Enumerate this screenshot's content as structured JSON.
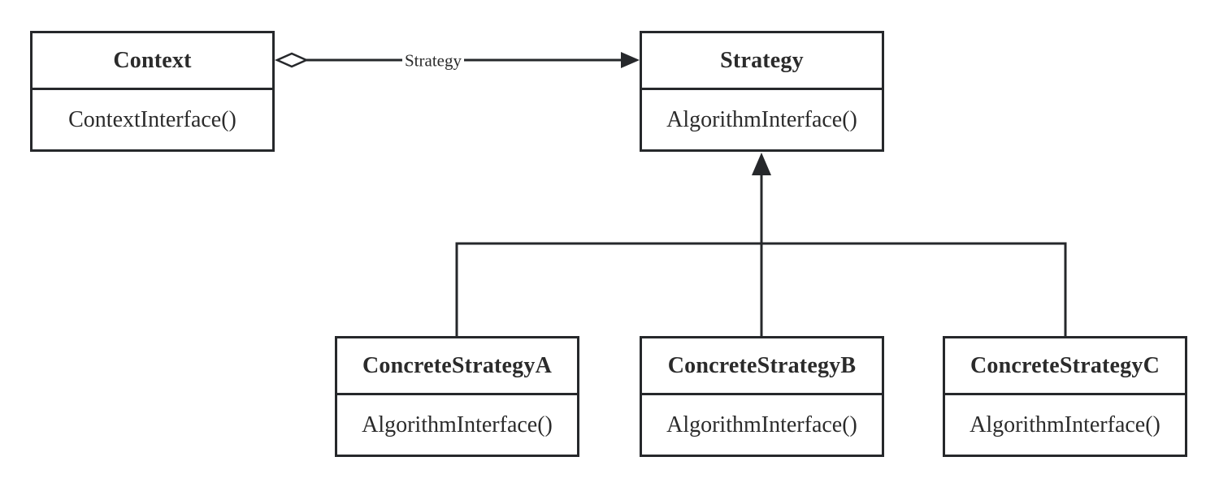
{
  "colors": {
    "stroke": "#26282b",
    "text": "#2b2b2b",
    "background": "#ffffff"
  },
  "classes": [
    {
      "id": "context",
      "name": "Context",
      "methods": [
        "ContextInterface()"
      ]
    },
    {
      "id": "strategy",
      "name": "Strategy",
      "methods": [
        "AlgorithmInterface()"
      ]
    },
    {
      "id": "concrete-strategy-a",
      "name": "ConcreteStrategyA",
      "methods": [
        "AlgorithmInterface()"
      ]
    },
    {
      "id": "concrete-strategy-b",
      "name": "ConcreteStrategyB",
      "methods": [
        "AlgorithmInterface()"
      ]
    },
    {
      "id": "concrete-strategy-c",
      "name": "ConcreteStrategyC",
      "methods": [
        "AlgorithmInterface()"
      ]
    }
  ],
  "relationships": {
    "aggregation": {
      "type": "aggregation",
      "from": "Context",
      "to": "Strategy",
      "label": "Strategy"
    },
    "inheritance": [
      {
        "type": "generalization",
        "from": "ConcreteStrategyA",
        "to": "Strategy"
      },
      {
        "type": "generalization",
        "from": "ConcreteStrategyB",
        "to": "Strategy"
      },
      {
        "type": "generalization",
        "from": "ConcreteStrategyC",
        "to": "Strategy"
      }
    ]
  }
}
